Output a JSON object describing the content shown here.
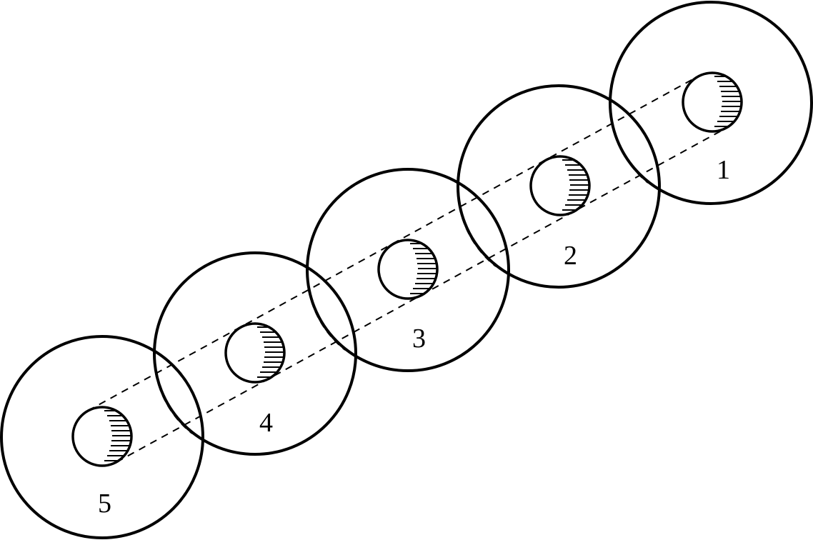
{
  "diagram": {
    "line_color": "#000000",
    "background_color": "#ffffff",
    "circles": [
      {
        "id": 1,
        "label": "1"
      },
      {
        "id": 2,
        "label": "2"
      },
      {
        "id": 3,
        "label": "3"
      },
      {
        "id": 4,
        "label": "4"
      },
      {
        "id": 5,
        "label": "5"
      }
    ]
  }
}
